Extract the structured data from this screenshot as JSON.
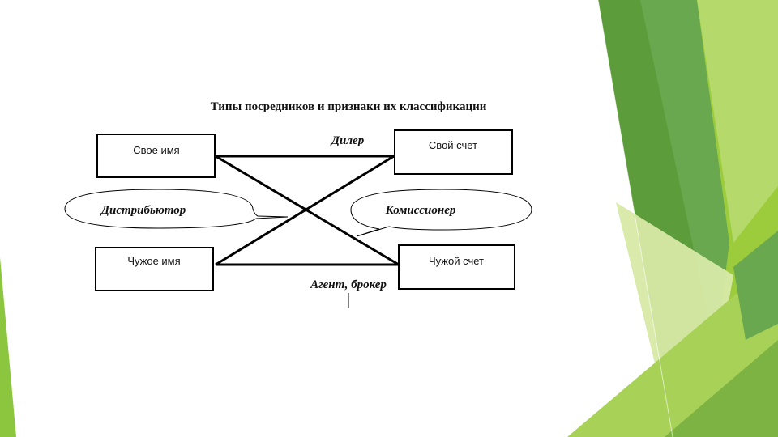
{
  "diagram": {
    "title": "Типы посредников и признаки их классификации",
    "boxes": {
      "own_name": "Свое имя",
      "other_name": "Чужое имя",
      "own_account": "Свой  счет",
      "other_account": "Чужой  счет"
    },
    "labels": {
      "dealer": "Дилер",
      "agent_broker": "Агент, брокер"
    },
    "callouts": {
      "distributor": "Дистрибьютор",
      "commissioner": "Комиссионер"
    }
  },
  "theme": {
    "accent_dark": "#5d9c3a",
    "accent_mid": "#7cb342",
    "accent_light": "#9ccc3c",
    "accent_pale": "#d7e9a6"
  }
}
